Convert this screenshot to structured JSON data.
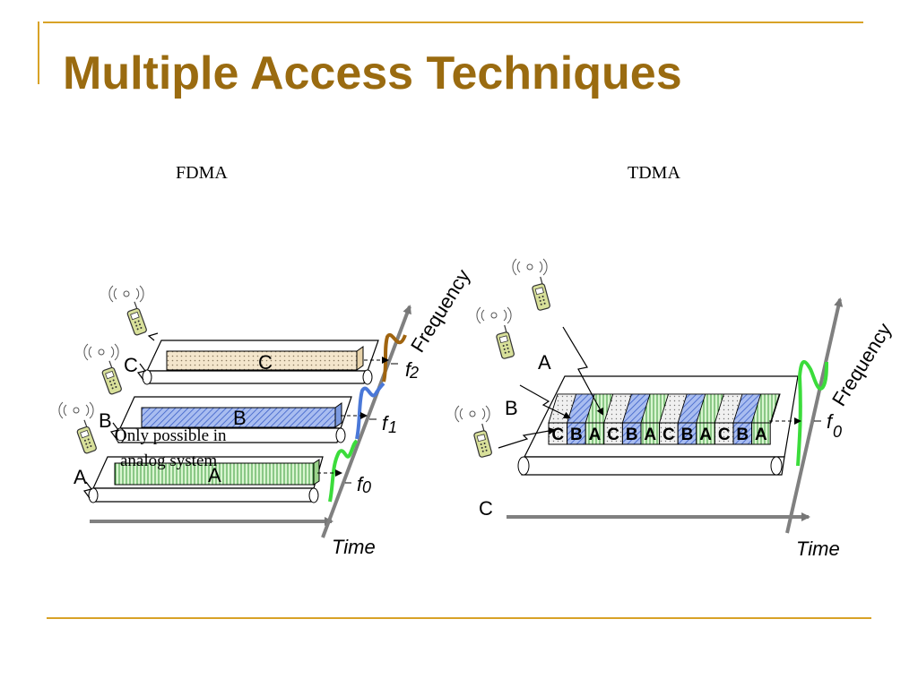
{
  "slide": {
    "title": "Multiple Access Techniques",
    "colors": {
      "title": "#9a6b10",
      "rule": "#d8a227",
      "channel_a": "#3bdc3b",
      "channel_b": "#4a78d8",
      "channel_c": "#a0640f"
    }
  },
  "fdma": {
    "heading": "FDMA",
    "users": [
      "A",
      "B",
      "C"
    ],
    "channels": [
      "A",
      "B",
      "C"
    ],
    "freq_axis": "Frequency",
    "time_axis": "Time",
    "freq_marks": [
      "f",
      "0",
      "f",
      "1",
      "f",
      "2"
    ],
    "note_line1": "Only possible in",
    "note_line2": "analog system"
  },
  "tdma": {
    "heading": "TDMA",
    "users": [
      "A",
      "B",
      "C"
    ],
    "slots": [
      "C",
      "B",
      "A",
      "C",
      "B",
      "A",
      "C",
      "B",
      "A",
      "C",
      "B",
      "A"
    ],
    "freq_axis": "Frequency",
    "time_axis": "Time",
    "freq_mark": "f",
    "freq_sub": "0"
  },
  "icons": [
    "cell-phone-icon",
    "radio-waves-icon"
  ]
}
